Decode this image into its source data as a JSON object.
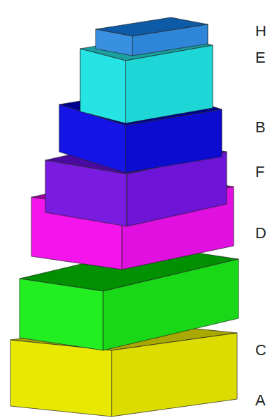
{
  "diagram": {
    "labels": [
      "H",
      "E",
      "B",
      "F",
      "D",
      "C",
      "A"
    ]
  }
}
